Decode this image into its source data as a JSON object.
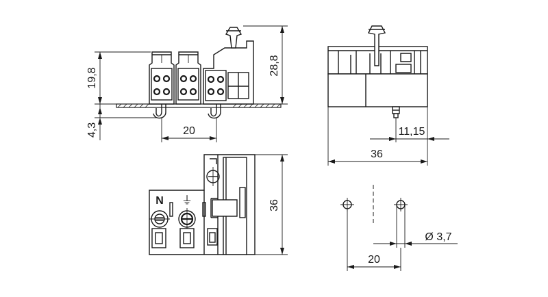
{
  "dimensions": {
    "side_height": "19,8",
    "total_height": "28,8",
    "pin_length": "4,3",
    "side_pitch": "20",
    "pin_offset": "11,15",
    "front_width": "36",
    "top_width": "36",
    "footprint_pitch": "20",
    "hole_diameter": "Ø 3,7"
  },
  "markings": {
    "neutral": "N",
    "earth": "⏚"
  }
}
